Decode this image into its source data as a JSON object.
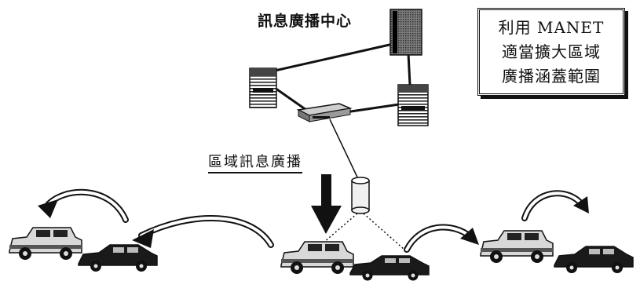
{
  "labels": {
    "broadcast_center": "訊息廣播中心",
    "local_broadcast": "區域訊息廣播"
  },
  "note": {
    "lines": [
      "利用 MANET",
      "適當擴大區域",
      "廣播涵蓋範圍"
    ]
  },
  "colors": {
    "ink": "#111111",
    "paper": "#ffffff",
    "shade": "#9a9a9a"
  }
}
